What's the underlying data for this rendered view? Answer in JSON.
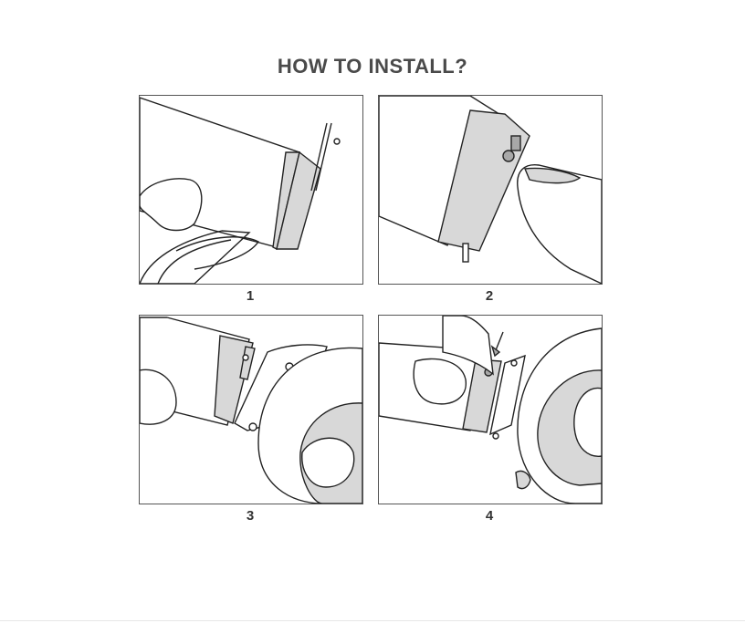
{
  "title": "HOW TO INSTALL?",
  "steps": [
    {
      "number": "1"
    },
    {
      "number": "2"
    },
    {
      "number": "3"
    },
    {
      "number": "4"
    }
  ]
}
